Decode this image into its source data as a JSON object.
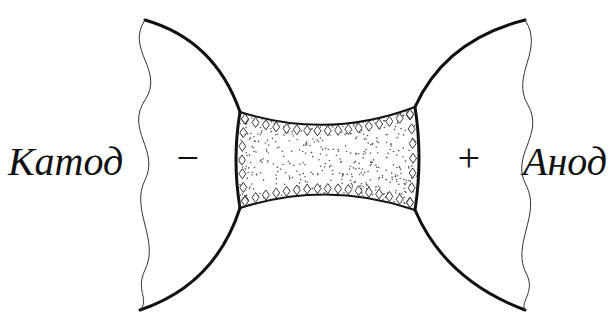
{
  "diagram": {
    "labels": [
      "Катод",
      "−",
      "+",
      "Анод"
    ]
  }
}
